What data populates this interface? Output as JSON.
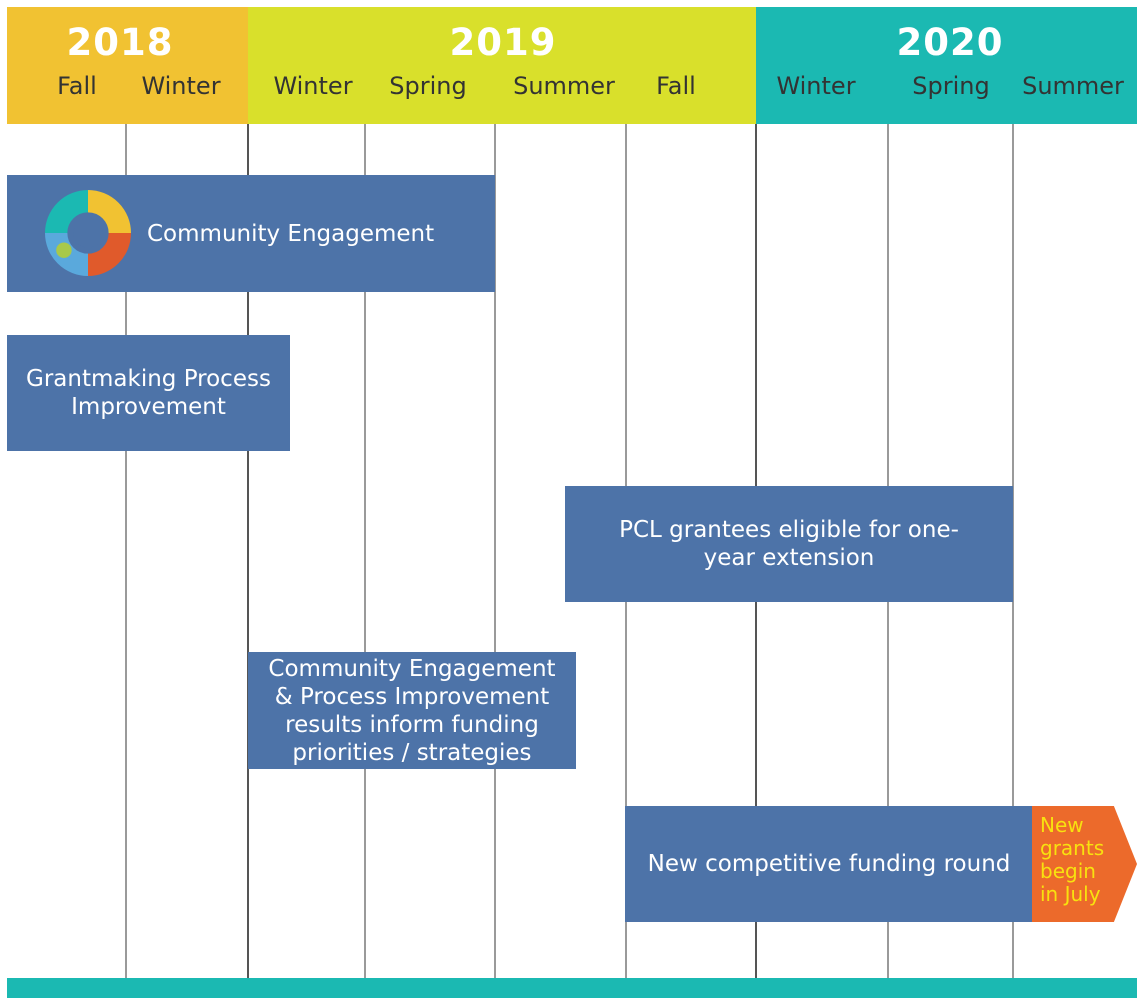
{
  "header": {
    "years": [
      "2018",
      "2019",
      "2020"
    ],
    "seasons": [
      "Fall",
      "Winter",
      "Winter",
      "Spring",
      "Summer",
      "Fall",
      "Winter",
      "Spring",
      "Summer"
    ]
  },
  "bars": {
    "community_engagement": "Community Engagement",
    "grantmaking": [
      "Grantmaking Process",
      "Improvement"
    ],
    "pcl": [
      "PCL grantees eligible for one-",
      "year extension"
    ],
    "results": [
      "Community Engagement",
      "& Process Improvement",
      "results inform funding",
      "priorities / strategies"
    ],
    "funding_round": "New competitive funding round",
    "new_grants": [
      "New",
      "grants",
      "begin",
      "in July"
    ]
  },
  "colors": {
    "year_2018": "#f1c232",
    "year_2019": "#d9e02b",
    "year_2020": "#1bb9b2",
    "bar": "#4d73a8",
    "arrow": "#ec6a2b",
    "arrow_text": "#f8e10f"
  },
  "icons": [
    "puzzle-ring-icon"
  ]
}
